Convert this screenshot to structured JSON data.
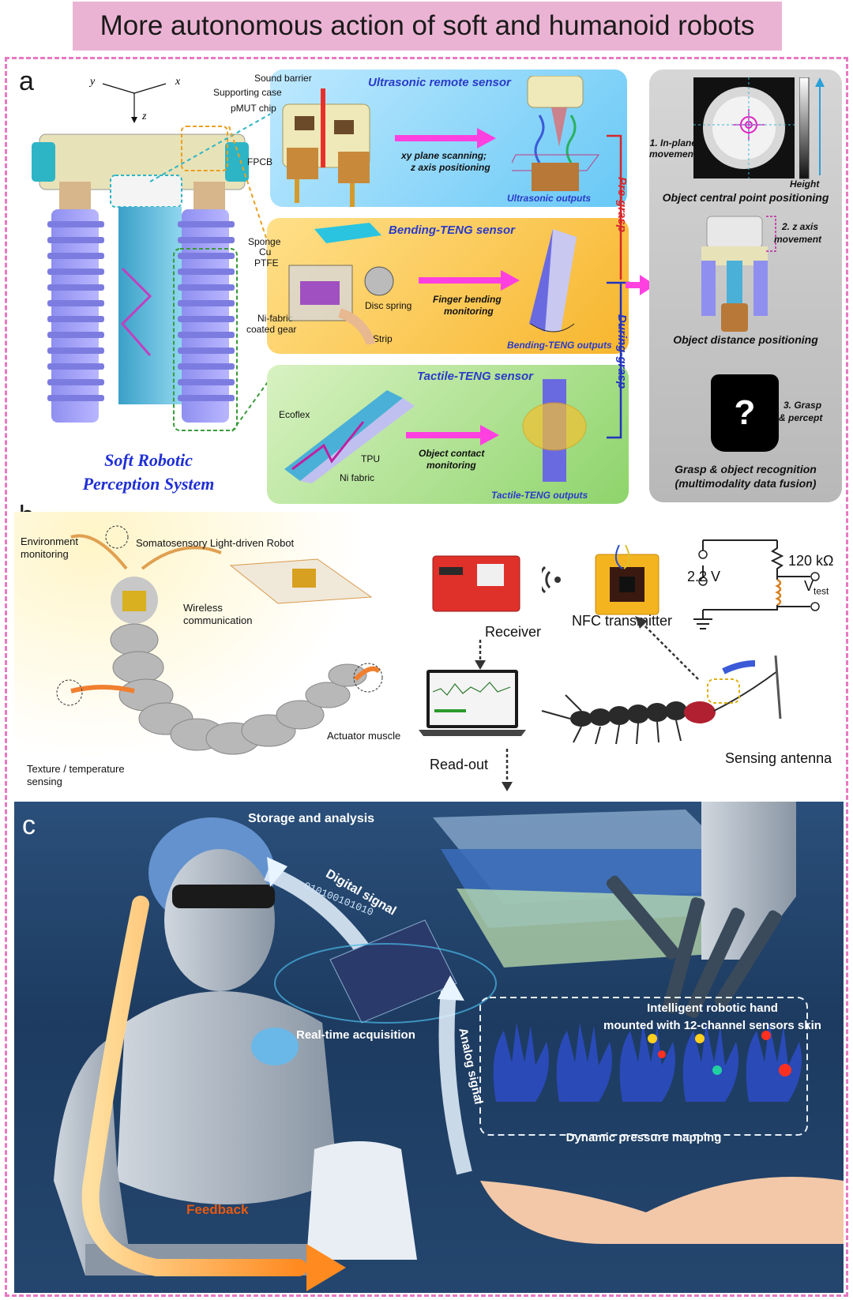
{
  "title": "More autonomous action of soft and humanoid robots",
  "panels": {
    "a": {
      "letter": "a",
      "axes": {
        "y": "y",
        "x": "x",
        "z": "z"
      },
      "system_name_line1": "Soft Robotic",
      "system_name_line2": "Perception System",
      "ultrasonic": {
        "title": "Ultrasonic remote sensor",
        "parts": [
          "Sound barrier",
          "Supporting case",
          "pMUT chip",
          "FPCB"
        ],
        "process": [
          "xy plane scanning;",
          "z axis positioning"
        ],
        "outputs": "Ultrasonic outputs"
      },
      "bending": {
        "title": "Bending-TENG sensor",
        "parts": [
          "Sponge",
          "Cu",
          "PTFE",
          "Ni-fabric",
          "coated gear",
          "Disc spring",
          "Strip"
        ],
        "process": [
          "Finger bending",
          "monitoring"
        ],
        "outputs": "Bending-TENG outputs"
      },
      "tactile": {
        "title": "Tactile-TENG sensor",
        "parts": [
          "Ecoflex",
          "TPU",
          "Ni fabric"
        ],
        "process": [
          "Object contact",
          "monitoring"
        ],
        "outputs": "Tactile-TENG outputs"
      },
      "phases": {
        "pre": "Pre-grasp",
        "during": "During-grasp"
      },
      "right": {
        "step1": [
          "1. In-plane",
          "movement"
        ],
        "height": "Height",
        "caption1": "Object central point positioning",
        "step2": [
          "2. z axis",
          "movement"
        ],
        "caption2": "Object distance positioning",
        "question": "?",
        "step3": [
          "3. Grasp",
          "& percept"
        ],
        "caption3": [
          "Grasp & object recognition",
          "(multimodality data fusion)"
        ]
      }
    },
    "b": {
      "letter": "b",
      "env": [
        "Environment",
        "monitoring"
      ],
      "somato": "Somatosensory  Light-driven Robot",
      "wireless": [
        "Wireless",
        "communication"
      ],
      "actuator": "Actuator muscle",
      "texture": [
        "Texture / temperature",
        "sensing"
      ],
      "receiver": "Receiver",
      "nfc": "NFC transmitter",
      "voltage": "2.2 V",
      "resistor": "120 kΩ",
      "vtest_main": "V",
      "vtest_sub": "test",
      "readout": "Read-out",
      "antenna": "Sensing antenna"
    },
    "c": {
      "letter": "c",
      "storage": "Storage and analysis",
      "digital": "Digital signal",
      "binary": "010100101010",
      "realtime": "Real-time acquisition",
      "analog": "Analog signal",
      "hand_line1": "Intelligent robotic hand",
      "hand_line2": "mounted with 12-channel sensors skin",
      "pressure": "Dynamic pressure mapping",
      "feedback": "Feedback"
    }
  },
  "colors": {
    "accent_magenta": "#ff40e0",
    "phase_red": "#d8262a",
    "phase_blue": "#2233c0",
    "title_bg": "#ebb3d3",
    "frame_dash": "#e878c2"
  }
}
